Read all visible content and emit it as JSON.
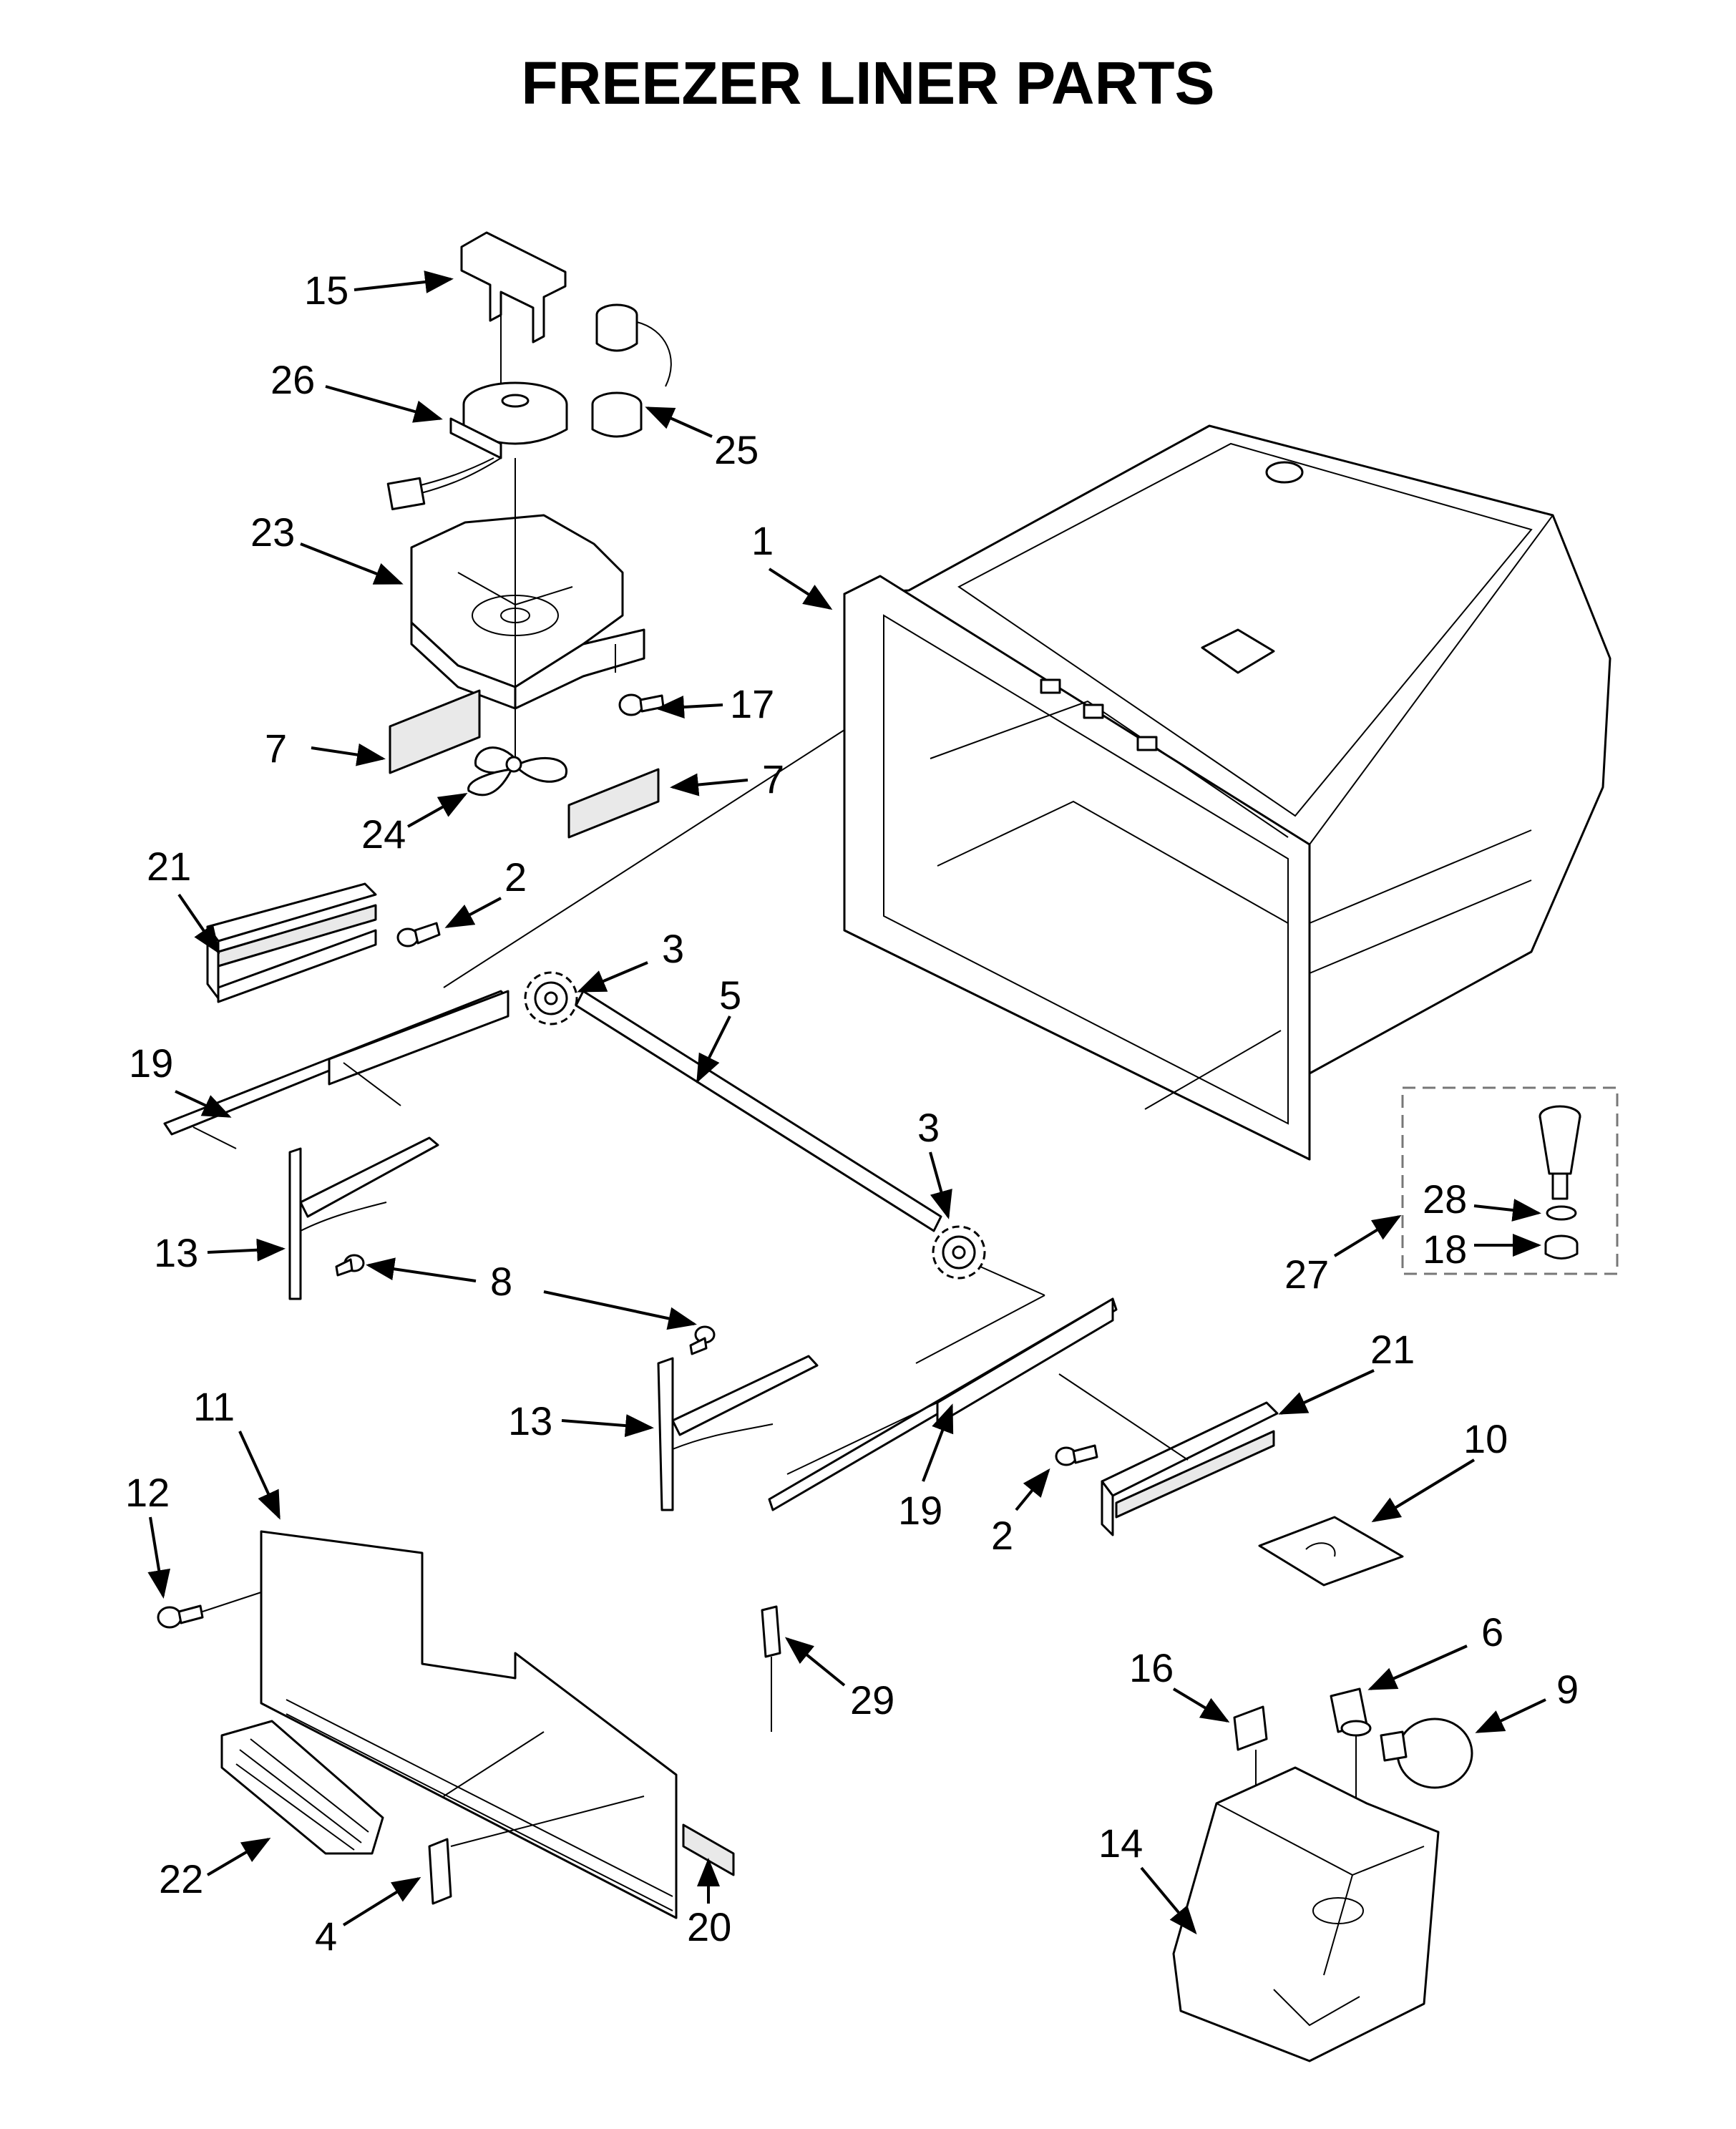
{
  "title": "FREEZER LINER PARTS",
  "callouts": [
    {
      "id": "c1",
      "text": "1"
    },
    {
      "id": "c2a",
      "text": "2"
    },
    {
      "id": "c2b",
      "text": "2"
    },
    {
      "id": "c3a",
      "text": "3"
    },
    {
      "id": "c3b",
      "text": "3"
    },
    {
      "id": "c4",
      "text": "4"
    },
    {
      "id": "c5",
      "text": "5"
    },
    {
      "id": "c6",
      "text": "6"
    },
    {
      "id": "c7a",
      "text": "7"
    },
    {
      "id": "c7b",
      "text": "7"
    },
    {
      "id": "c8",
      "text": "8"
    },
    {
      "id": "c9",
      "text": "9"
    },
    {
      "id": "c10",
      "text": "10"
    },
    {
      "id": "c11",
      "text": "11"
    },
    {
      "id": "c12",
      "text": "12"
    },
    {
      "id": "c13a",
      "text": "13"
    },
    {
      "id": "c13b",
      "text": "13"
    },
    {
      "id": "c14",
      "text": "14"
    },
    {
      "id": "c15",
      "text": "15"
    },
    {
      "id": "c16",
      "text": "16"
    },
    {
      "id": "c17",
      "text": "17"
    },
    {
      "id": "c18",
      "text": "18"
    },
    {
      "id": "c19a",
      "text": "19"
    },
    {
      "id": "c19b",
      "text": "19"
    },
    {
      "id": "c20",
      "text": "20"
    },
    {
      "id": "c21a",
      "text": "21"
    },
    {
      "id": "c21b",
      "text": "21"
    },
    {
      "id": "c22",
      "text": "22"
    },
    {
      "id": "c23",
      "text": "23"
    },
    {
      "id": "c24",
      "text": "24"
    },
    {
      "id": "c25",
      "text": "25"
    },
    {
      "id": "c26",
      "text": "26"
    },
    {
      "id": "c27",
      "text": "27"
    },
    {
      "id": "c28",
      "text": "28"
    },
    {
      "id": "c29",
      "text": "29"
    }
  ]
}
